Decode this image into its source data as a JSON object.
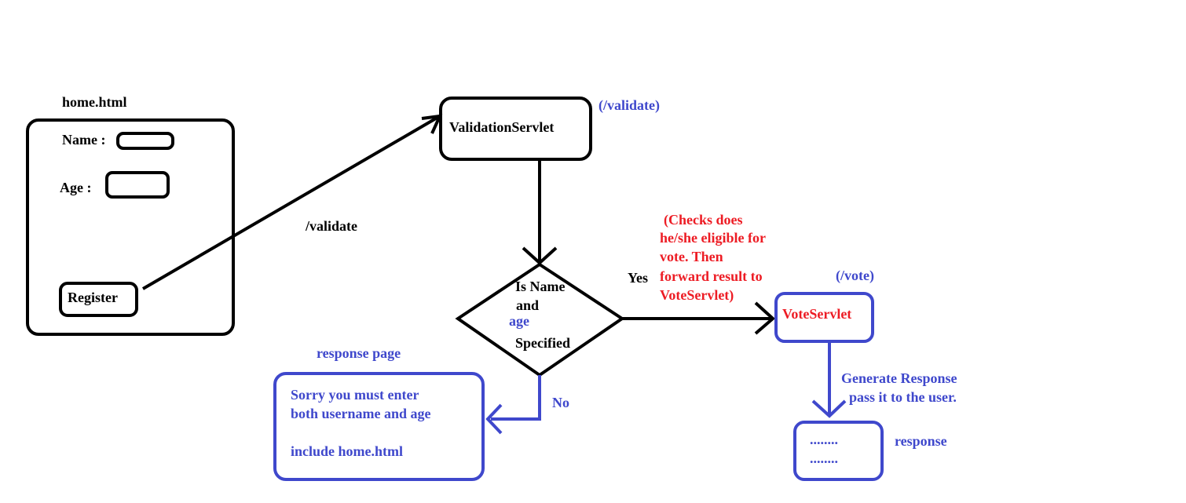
{
  "colors": {
    "black": "#000000",
    "blue": "#3f48cc",
    "red": "#ed1c24"
  },
  "home": {
    "title": "home.html",
    "name_label": "Name :",
    "age_label": "Age :",
    "register_label": "Register"
  },
  "edges": {
    "validate_label": "/validate",
    "yes_label": "Yes",
    "no_label": "No",
    "generate_line1": "Generate Response",
    "generate_line2": "pass it to the user."
  },
  "validation_servlet": {
    "label": "ValidationServlet",
    "path": "(/validate)"
  },
  "decision": {
    "line1": "Is Name",
    "line2": "and",
    "line3": "age",
    "line4": "Specified"
  },
  "note": {
    "line1": "(Checks does",
    "line2": "he/she eligible for",
    "line3": "vote. Then",
    "line4": "forward result to",
    "line5": "VoteServlet)"
  },
  "vote_servlet": {
    "label": "VoteServlet",
    "path": "(/vote)"
  },
  "response_page": {
    "title": "response page",
    "line1": "Sorry you must enter",
    "line2": "both username and age",
    "line3": "include home.html"
  },
  "response": {
    "label": "response",
    "dots1": "........",
    "dots2": "........"
  }
}
